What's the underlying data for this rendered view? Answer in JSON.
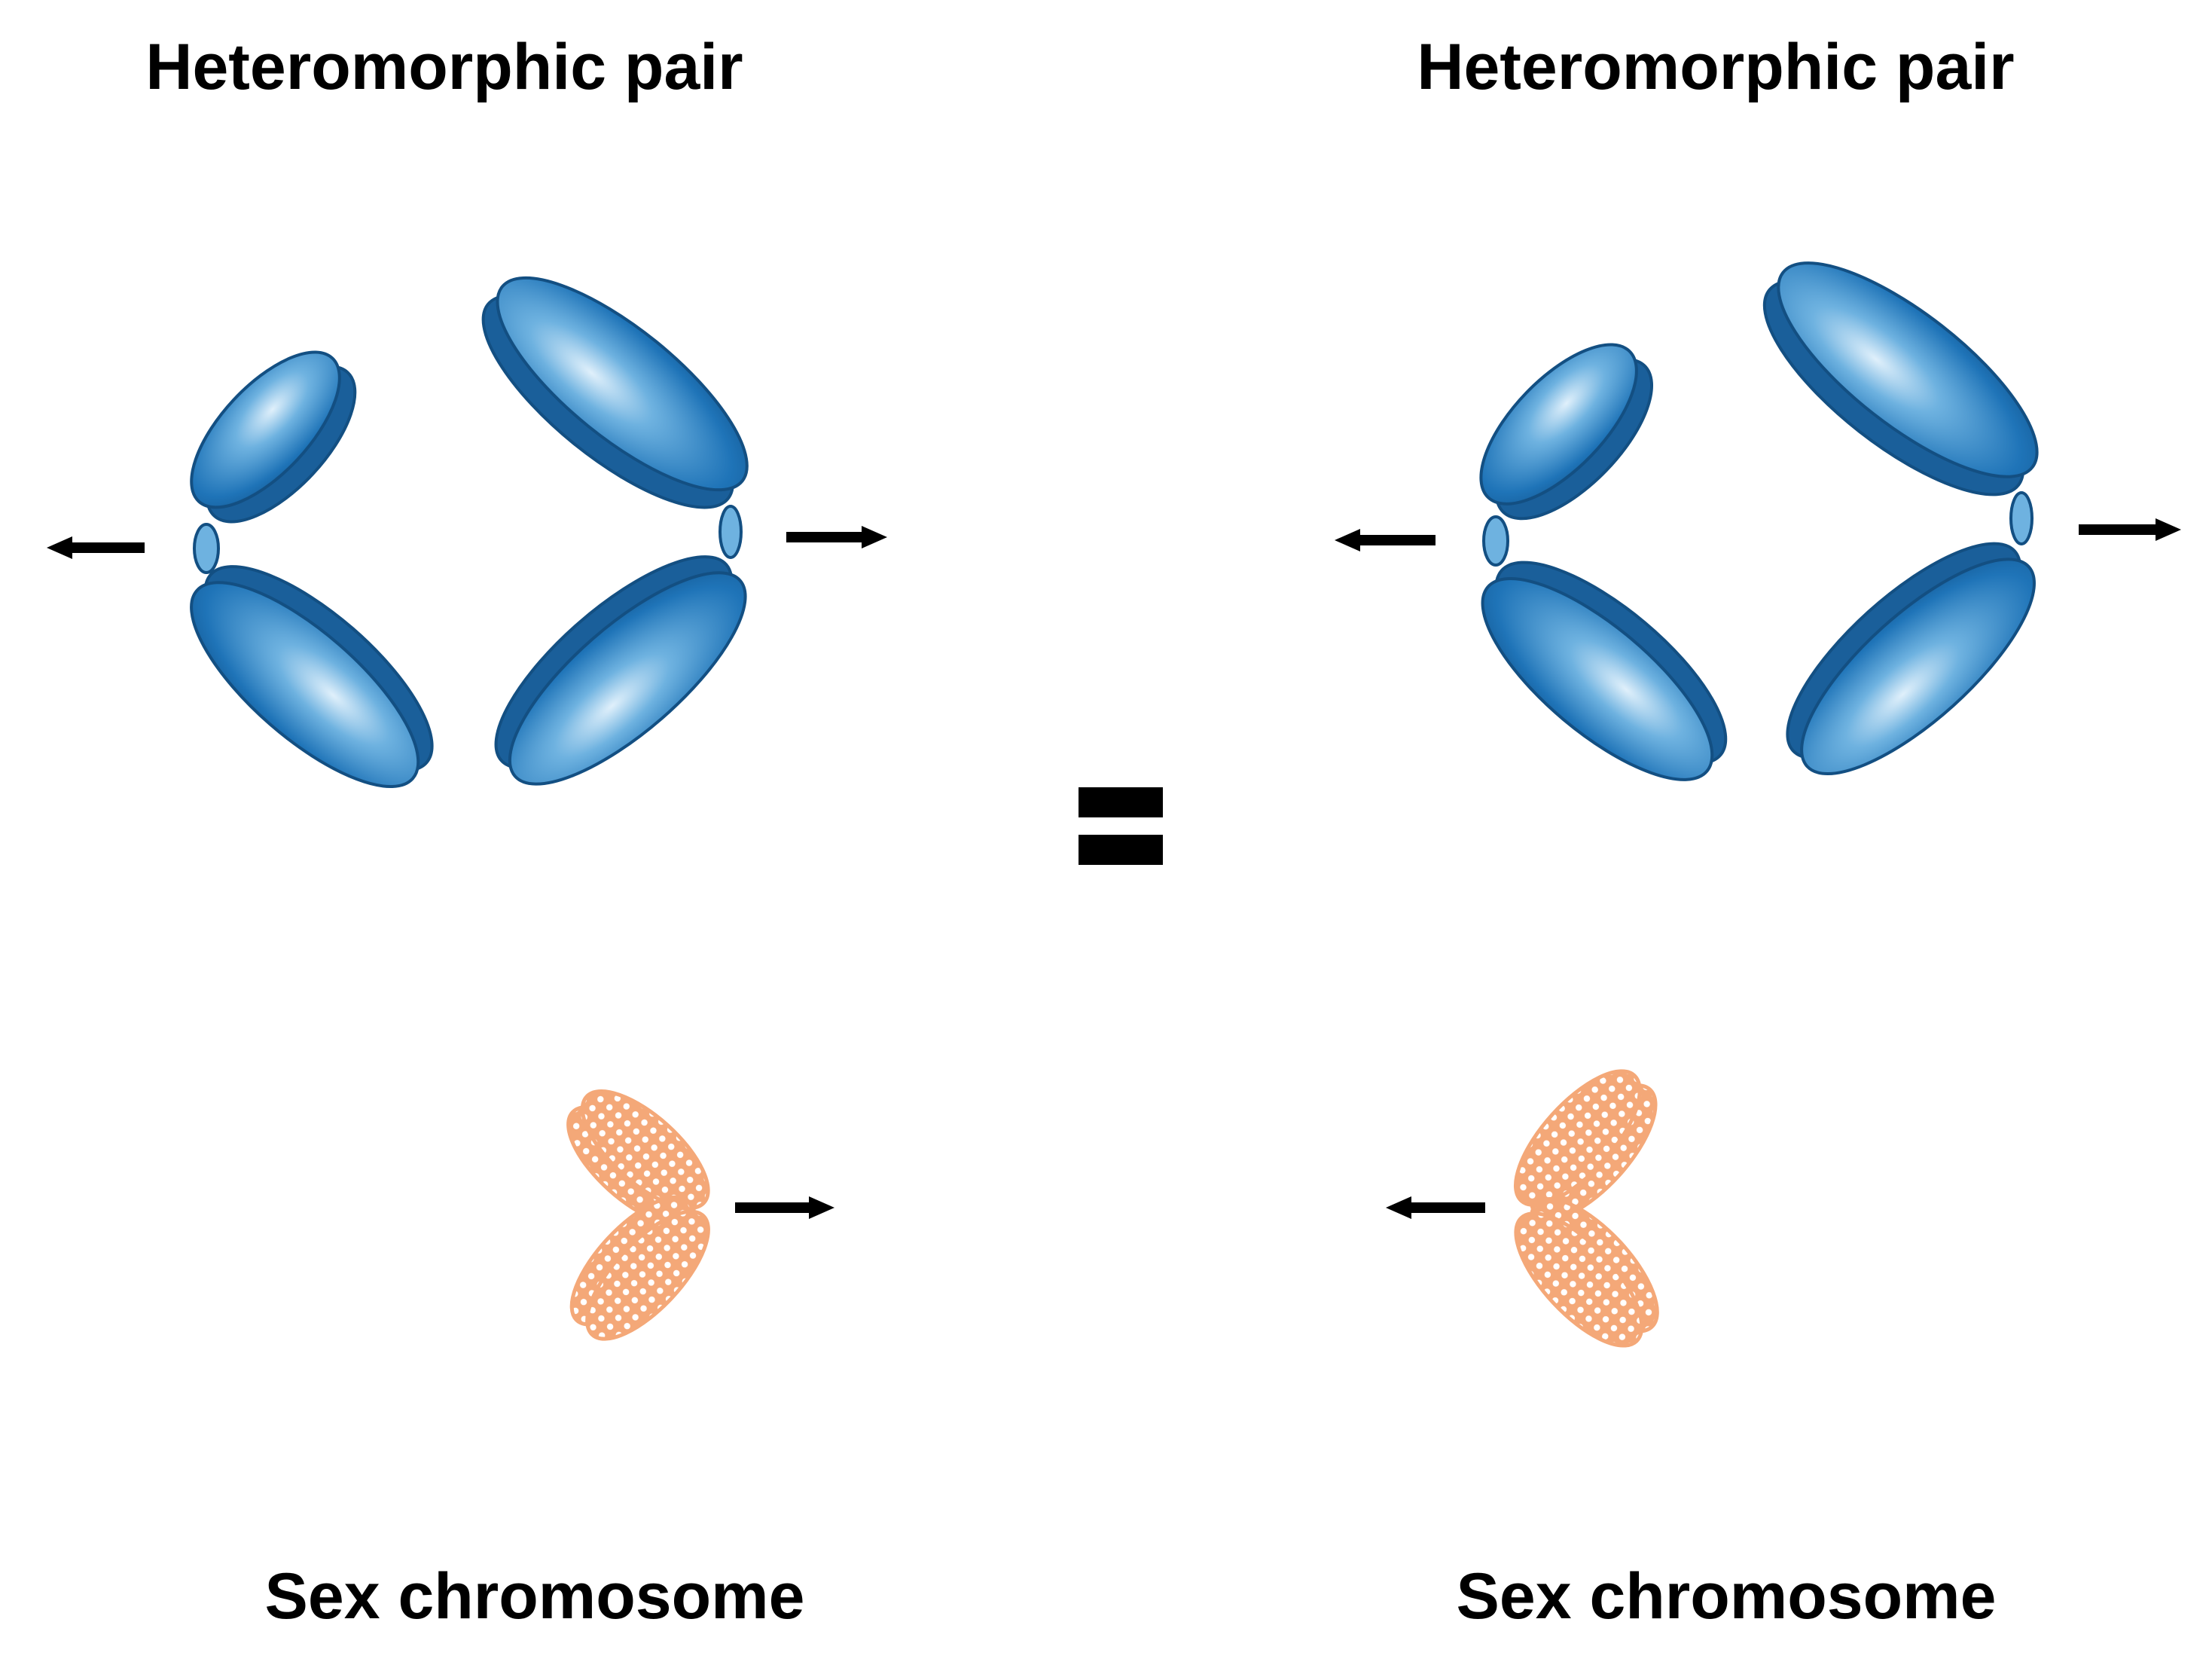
{
  "labels": {
    "top_left": "Heteromorphic pair",
    "top_right": "Heteromorphic pair",
    "bottom_left": "Sex chromosome",
    "bottom_right": "Sex chromosome",
    "equals": "="
  },
  "colors": {
    "chromosome_blue": "#1f74b8",
    "chromosome_blue_dark": "#1a5f9a",
    "chromosome_highlight": "#d9ecf8",
    "sex_chromosome": "#f4a878",
    "arrow": "#000000"
  },
  "icons": {
    "arrow": "arrow-icon",
    "blue_chromosome": "chromosome-icon",
    "orange_chromosome": "sex-chromosome-icon"
  }
}
